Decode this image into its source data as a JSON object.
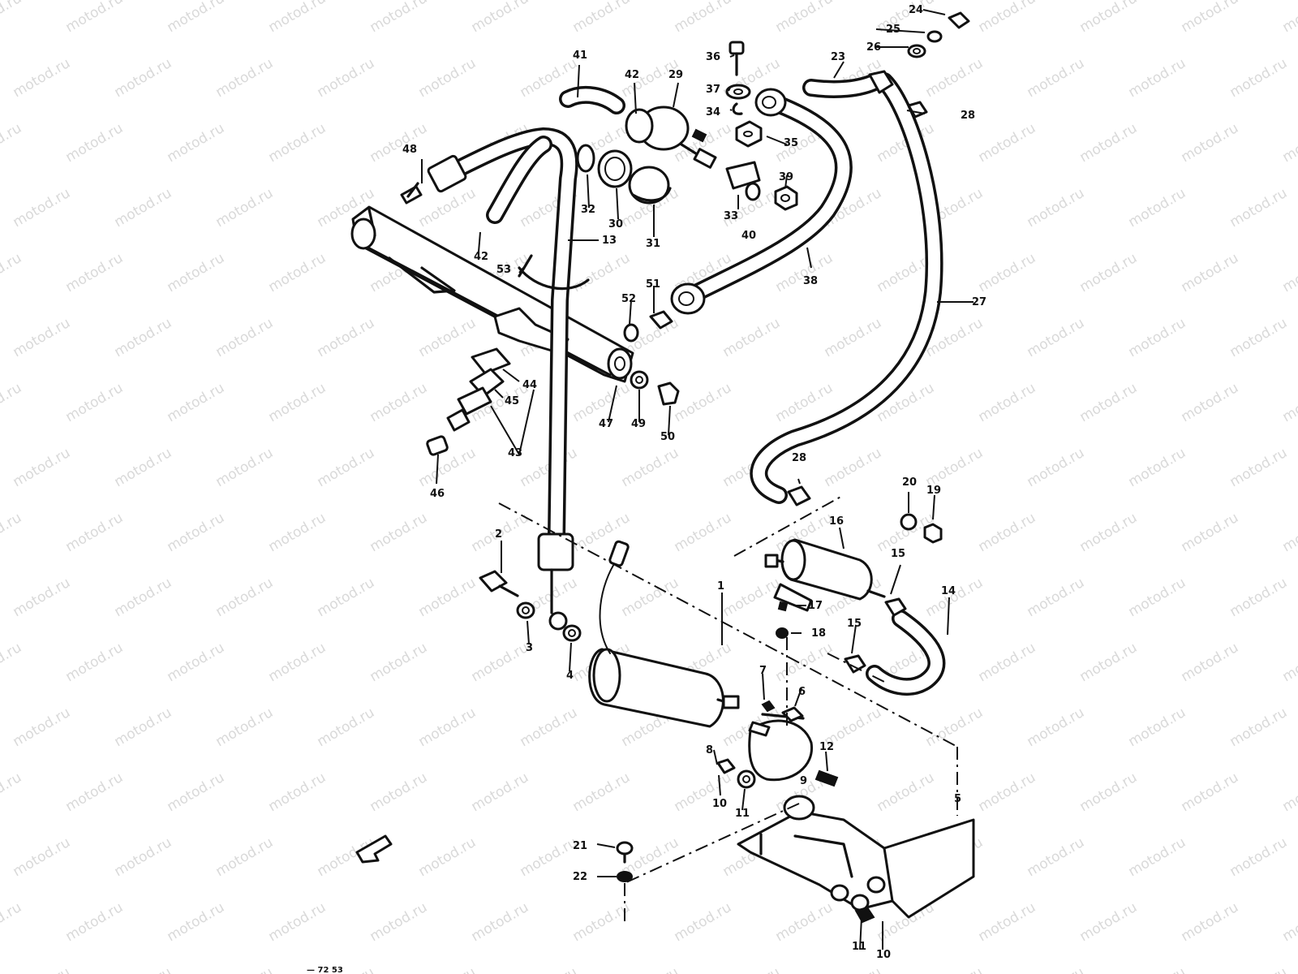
{
  "watermark": "motod.ru",
  "footer_code": "— 72 53",
  "callouts": [
    "1",
    "2",
    "3",
    "4",
    "5",
    "6",
    "7",
    "8",
    "9",
    "10",
    "11",
    "12",
    "13",
    "14",
    "15",
    "16",
    "17",
    "18",
    "19",
    "20",
    "21",
    "22",
    "23",
    "24",
    "25",
    "26",
    "27",
    "28",
    "29",
    "30",
    "31",
    "32",
    "33",
    "34",
    "35",
    "36",
    "37",
    "38",
    "39",
    "40",
    "41",
    "42",
    "43",
    "44",
    "45",
    "46",
    "47",
    "48",
    "49",
    "50",
    "51",
    "52",
    "53"
  ]
}
